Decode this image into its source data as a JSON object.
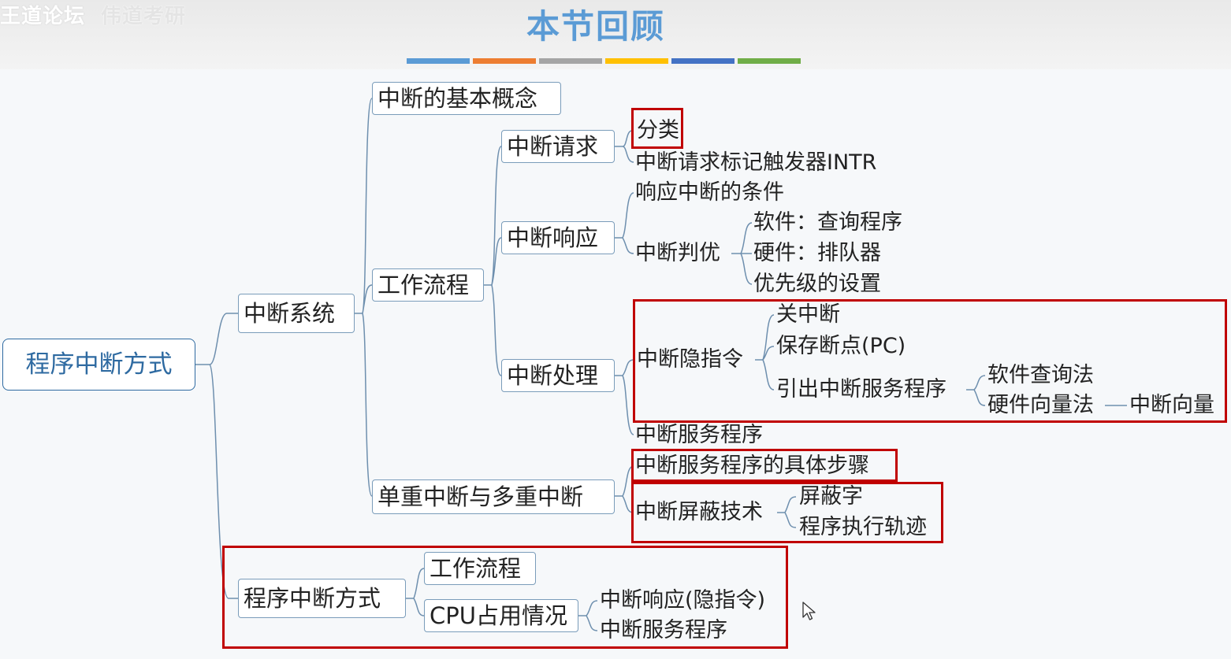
{
  "header": {
    "watermark_site": "王道论坛",
    "watermark_extra": "伟道考研",
    "title": "本节回顾"
  },
  "colors": {
    "title": "#5b9bd5",
    "title_bars": [
      "#5b9bd5",
      "#ed7d31",
      "#a5a5a5",
      "#ffc000",
      "#4472c4",
      "#70ad47"
    ],
    "highlight": "#c00000",
    "connector": "#6e8fae"
  },
  "mindmap": {
    "root": "程序中断方式",
    "interrupt_system": {
      "label": "中断系统",
      "basic_concept": "中断的基本概念",
      "workflow": {
        "label": "工作流程",
        "request": {
          "label": "中断请求",
          "classification": "分类",
          "intr": "中断请求标记触发器INTR"
        },
        "response": {
          "label": "中断响应",
          "conditions": "响应中断的条件",
          "priority": {
            "label": "中断判优",
            "software": "软件：查询程序",
            "hardware": "硬件：排队器",
            "setting": "优先级的设置"
          }
        },
        "handling": {
          "label": "中断处理",
          "implicit": {
            "label": "中断隐指令",
            "disable": "关中断",
            "save_pc": "保存断点(PC)",
            "lead_out": {
              "label": "引出中断服务程序",
              "software_query": "软件查询法",
              "hardware_vector": "硬件向量法",
              "vector": "中断向量"
            }
          },
          "service": "中断服务程序"
        }
      },
      "single_multi": {
        "label": "单重中断与多重中断",
        "steps": "中断服务程序的具体步骤",
        "masking": {
          "label": "中断屏蔽技术",
          "mask_word": "屏蔽字",
          "trace": "程序执行轨迹"
        }
      }
    },
    "program_interrupt": {
      "label": "程序中断方式",
      "workflow": "工作流程",
      "cpu_usage": {
        "label": "CPU占用情况",
        "response": "中断响应(隐指令)",
        "service": "中断服务程序"
      }
    }
  },
  "icons": {
    "cursor": "mouse-pointer-icon"
  }
}
